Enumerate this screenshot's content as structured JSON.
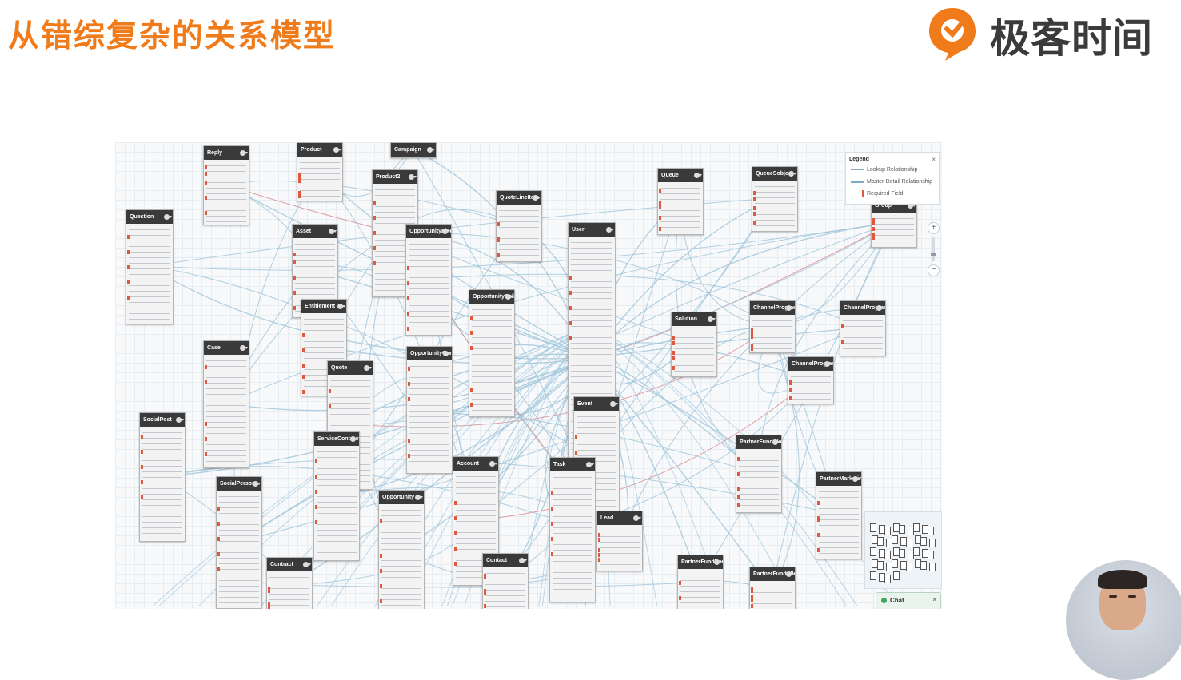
{
  "slide": {
    "title": "从错综复杂的关系模型"
  },
  "brand": {
    "name": "极客时间",
    "color": "#f07b1b"
  },
  "legend": {
    "title": "Legend",
    "close": "×",
    "items": [
      "Lookup Relationship",
      "Master-Detail Relationship",
      "Required Field"
    ]
  },
  "zoom": {
    "in": "+",
    "out": "−"
  },
  "chat": {
    "label": "Chat",
    "close": "×"
  },
  "icons": [
    "geek-logo-icon",
    "gear-icon",
    "close-icon",
    "zoom-in-icon",
    "zoom-out-icon",
    "chat-icon"
  ],
  "nodes": [
    {
      "name": "Reply"
    },
    {
      "name": "Question"
    },
    {
      "name": "Product2"
    },
    {
      "name": "Asset"
    },
    {
      "name": "OpportunityLineItem"
    },
    {
      "name": "QuoteLineItem"
    },
    {
      "name": "User"
    },
    {
      "name": "Queue"
    },
    {
      "name": "QueueSobject"
    },
    {
      "name": "Group"
    },
    {
      "name": "Entitlement"
    },
    {
      "name": "Case"
    },
    {
      "name": "Quote"
    },
    {
      "name": "OpportunityContactRole"
    },
    {
      "name": "OpportunitySplit"
    },
    {
      "name": "Solution"
    },
    {
      "name": "ChannelProgram"
    },
    {
      "name": "ChannelProgramLevel"
    },
    {
      "name": "ChannelProgramMember"
    },
    {
      "name": "SocialPost"
    },
    {
      "name": "ServiceContract"
    },
    {
      "name": "SocialPersona"
    },
    {
      "name": "Event"
    },
    {
      "name": "Account"
    },
    {
      "name": "Task"
    },
    {
      "name": "Opportunity"
    },
    {
      "name": "PartnerFundClaim"
    },
    {
      "name": "PartnerMarketingBudget"
    },
    {
      "name": "Contract"
    },
    {
      "name": "Contact"
    },
    {
      "name": "Lead"
    },
    {
      "name": "PartnerFundRequest"
    },
    {
      "name": "PartnerFundAllocation"
    },
    {
      "name": "Product"
    },
    {
      "name": "Campaign"
    }
  ]
}
